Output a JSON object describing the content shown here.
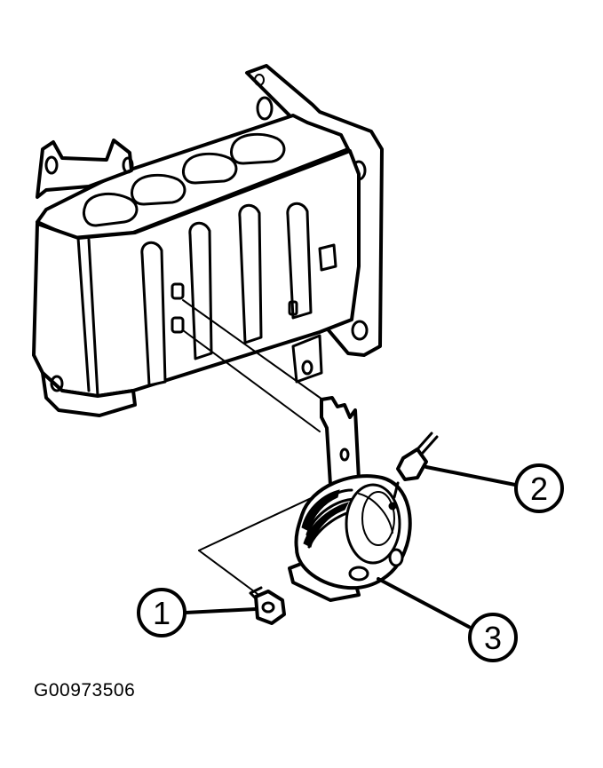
{
  "figure": {
    "id": "G00973506"
  },
  "callouts": [
    {
      "label": "1"
    },
    {
      "label": "2"
    },
    {
      "label": "3"
    }
  ]
}
